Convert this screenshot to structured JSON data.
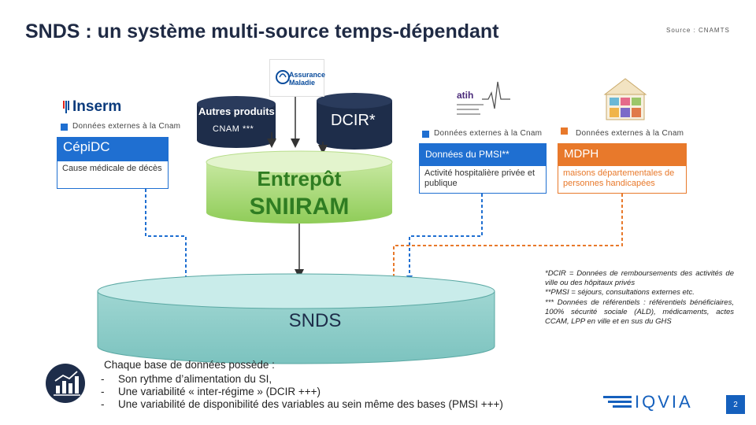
{
  "title": "SNDS : un système multi-source temps-dépendant",
  "source": "Source : CNAMTS",
  "logos": {
    "inserm": "Inserm",
    "assurance_maladie": "Assurance Maladie",
    "atih": "atih",
    "iqvia": "IQVIA"
  },
  "inserm_block": {
    "external_label": "Données externes à la Cnam",
    "header": "CépiDC",
    "body": "Cause médicale de décès"
  },
  "cylinders": {
    "autres_produits": "Autres produits",
    "cnam": "CNAM ***",
    "dcir": "DCIR*",
    "entrepot_line1": "Entrepôt",
    "entrepot_line2": "SNIIRAM",
    "snds": "SNDS"
  },
  "pmsi_block": {
    "external_label": "Données externes à la Cnam",
    "header": "Données du PMSI**",
    "body": "Activité hospitalière privée et publique"
  },
  "mdph_block": {
    "external_label": "Données externes à la Cnam",
    "header": "MDPH",
    "body": "maisons départementales de personnes handicapées"
  },
  "notes": [
    "*DCIR = Données de remboursements des activités de ville ou des hôpitaux privés",
    "**PMSI = séjours, consultations externes etc.",
    "*** Données de référentiels : référentiels bénéficiaires, 100% sécurité sociale (ALD), médicaments, actes CCAM, LPP en ville et en sus du GHS"
  ],
  "bottom": {
    "intro": "Chaque base de données possède :",
    "bullet_marker": "-",
    "items": [
      "Son rythme d’alimentation du SI,",
      "Une variabilité « inter-régime » (DCIR +++)",
      "Une variabilité de disponibilité des variables au sein même des bases (PMSI +++)"
    ]
  },
  "page_number": "2",
  "colors": {
    "blue": "#1f6fd1",
    "orange": "#e8792b",
    "green_top": "#d8efb5",
    "green": "#9fd36a",
    "teal": "#7fc8c4",
    "teal_top": "#c9ecea",
    "dark_navy": "#1e2d4a"
  }
}
